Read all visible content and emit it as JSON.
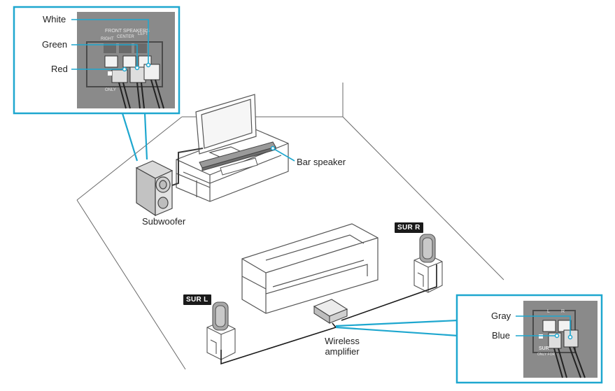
{
  "labels": {
    "white": "White",
    "green": "Green",
    "red": "Red",
    "bar_speaker": "Bar speaker",
    "subwoofer": "Subwoofer",
    "sur_r": "SUR R",
    "sur_l": "SUR L",
    "wireless_amplifier_line1": "Wireless",
    "wireless_amplifier_line2": "amplifier",
    "gray": "Gray",
    "blue": "Blue"
  },
  "panel_front": {
    "heading": "FRONT SPEAKERS",
    "right": "RIGHT",
    "center": "CENTER",
    "left": "LEFT",
    "only_note": "ONLY"
  },
  "panel_surround": {
    "l": "L",
    "r": "R",
    "sur": "SUR",
    "only_note": "ONLY FOR"
  },
  "colors": {
    "callout": "#1ea7cf",
    "panel_bg": "#8a8a8a",
    "line": "#3a3a3a",
    "badge_bg": "#1a1a1a"
  }
}
